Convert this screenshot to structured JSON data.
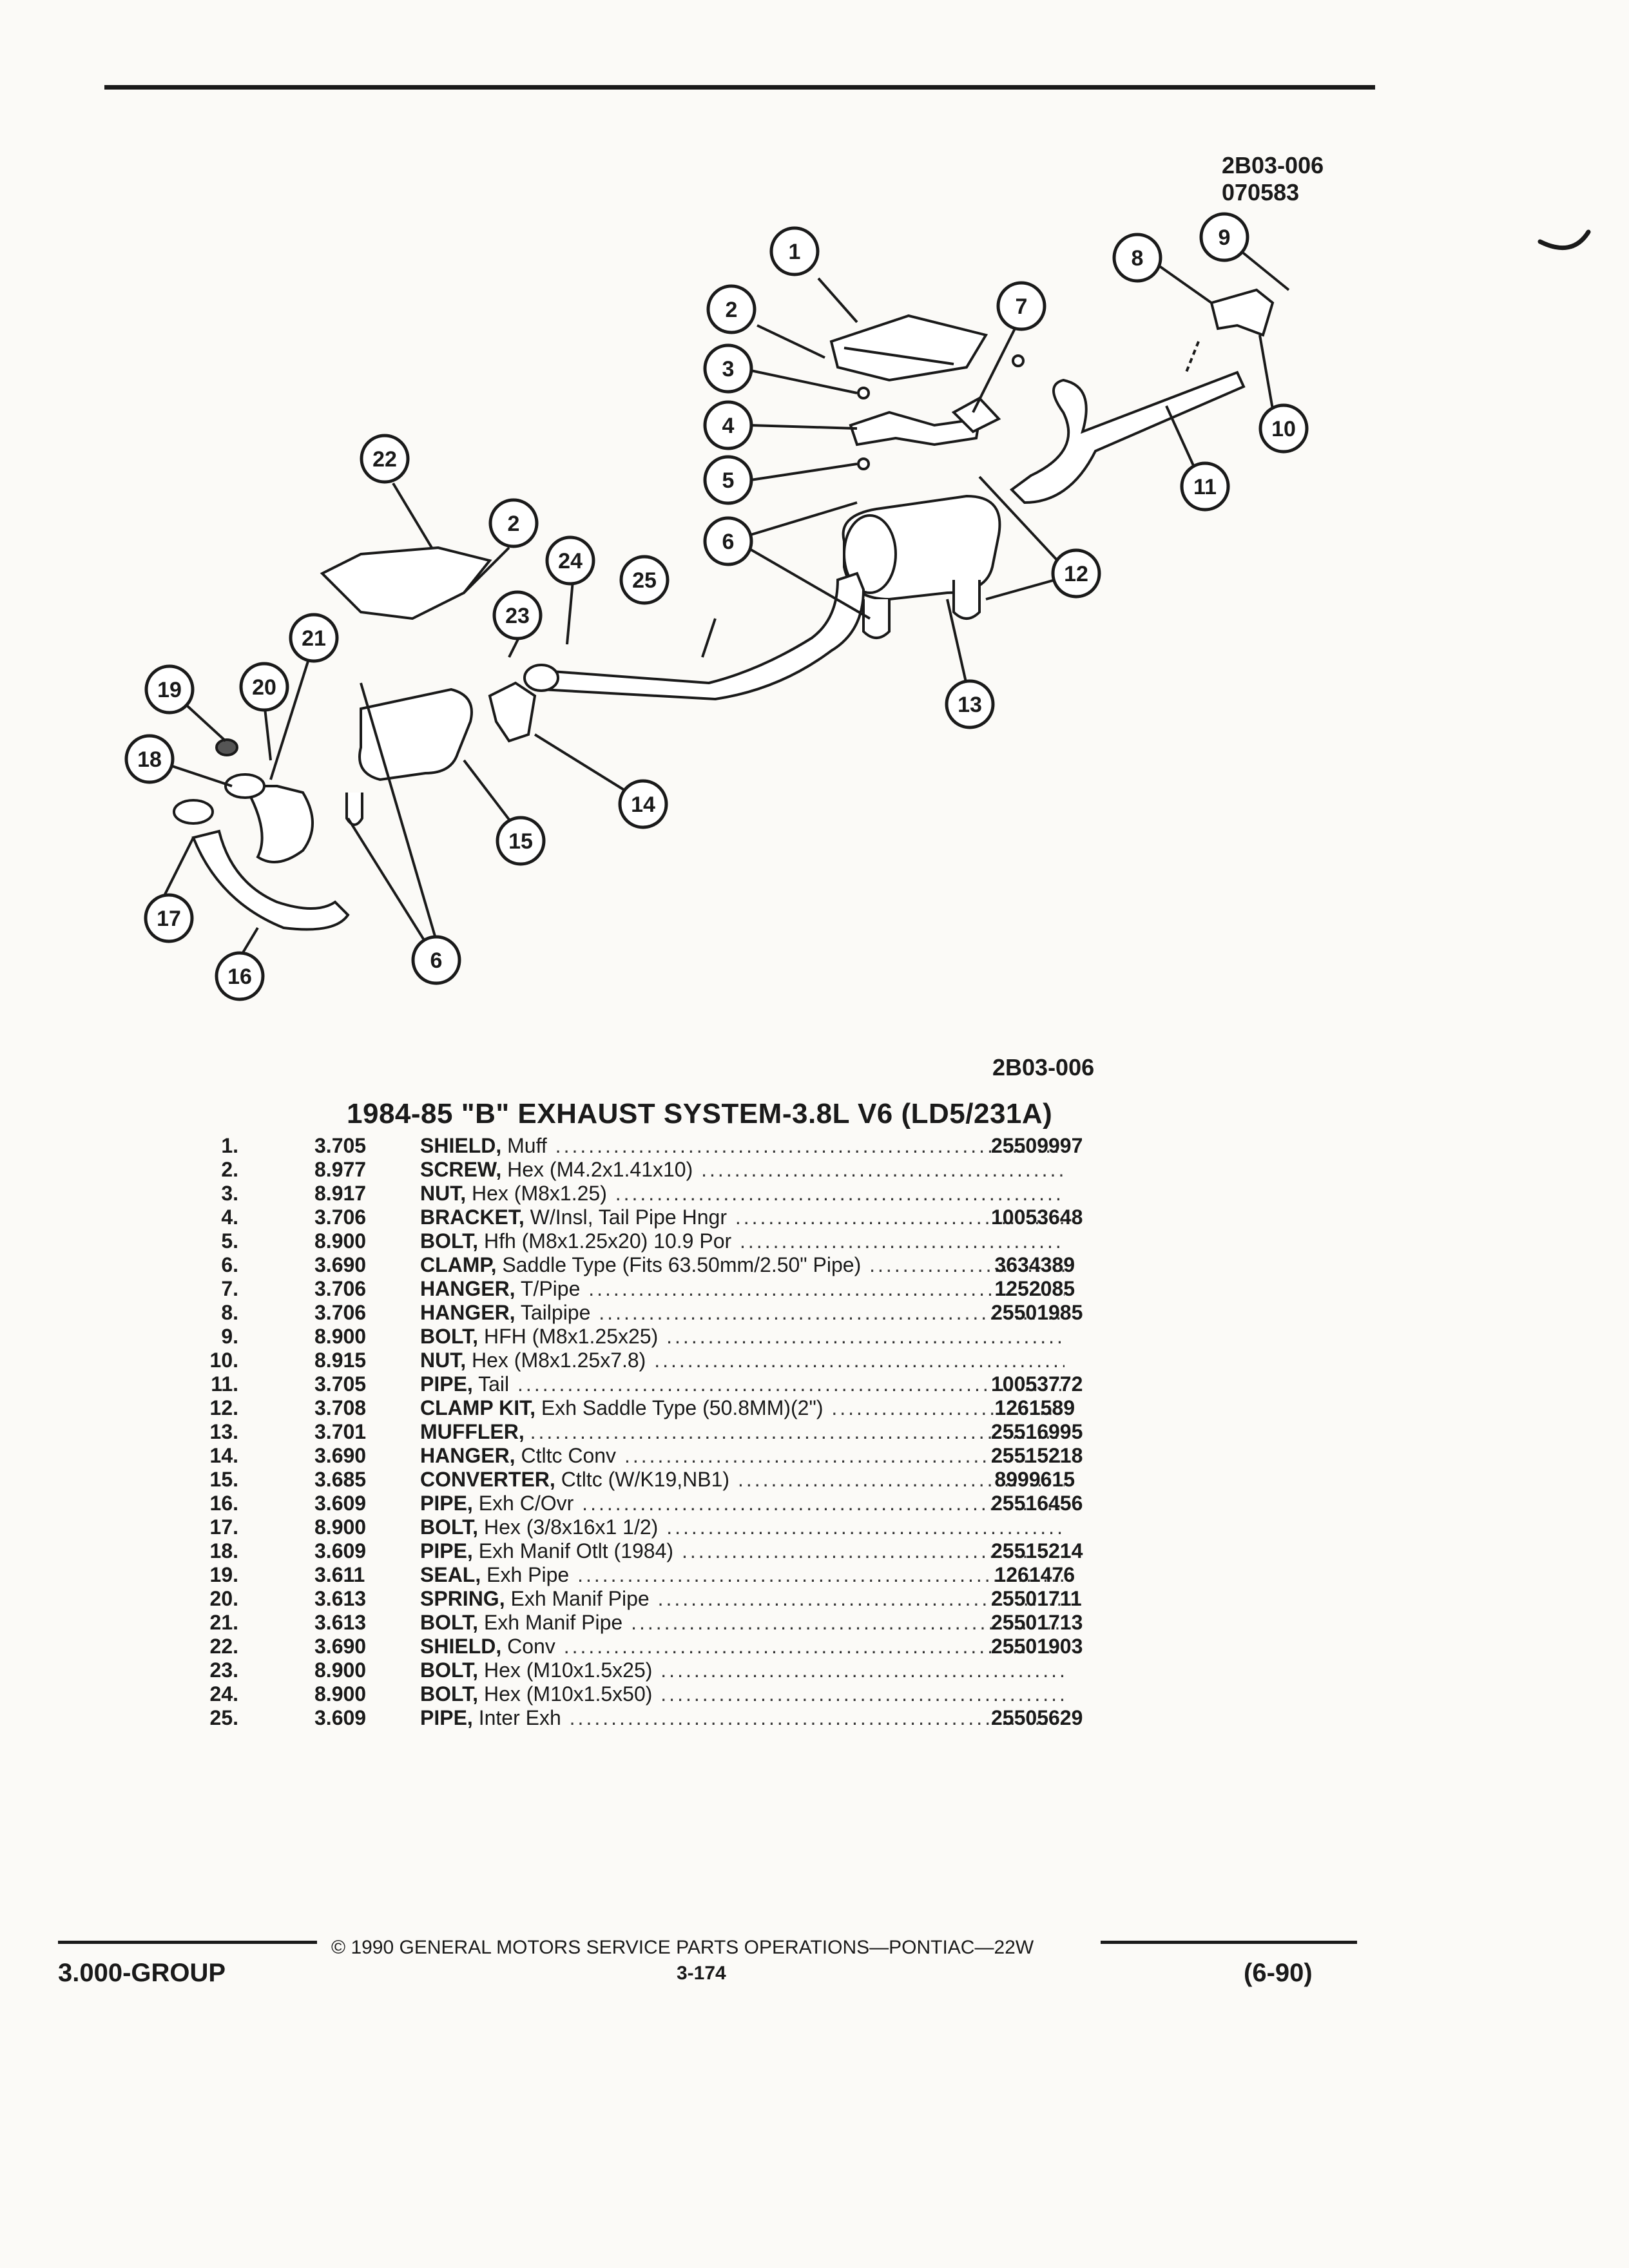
{
  "header": {
    "drawing_code": "2B03-006",
    "date_code": "070583"
  },
  "diagram": {
    "code": "2B03-006",
    "callouts": [
      "1",
      "2",
      "3",
      "4",
      "5",
      "6",
      "7",
      "8",
      "9",
      "10",
      "11",
      "12",
      "13",
      "14",
      "15",
      "16",
      "17",
      "18",
      "19",
      "20",
      "21",
      "22",
      "2",
      "23",
      "24",
      "25",
      "6"
    ]
  },
  "title": "1984-85 \"B\" EXHAUST SYSTEM-3.8L V6 (LD5/231A)",
  "parts": [
    {
      "num": "1.",
      "group": "3.705",
      "name": "SHIELD,",
      "spec": "Muff",
      "part": "25509997"
    },
    {
      "num": "2.",
      "group": "8.977",
      "name": "SCREW,",
      "spec": "Hex (M4.2x1.41x10)",
      "part": ""
    },
    {
      "num": "3.",
      "group": "8.917",
      "name": "NUT,",
      "spec": "Hex (M8x1.25)",
      "part": ""
    },
    {
      "num": "4.",
      "group": "3.706",
      "name": "BRACKET,",
      "spec": "W/Insl, Tail Pipe Hngr",
      "part": "10053648"
    },
    {
      "num": "5.",
      "group": "8.900",
      "name": "BOLT,",
      "spec": "Hfh (M8x1.25x20) 10.9 Por",
      "part": ""
    },
    {
      "num": "6.",
      "group": "3.690",
      "name": "CLAMP,",
      "spec": "Saddle Type (Fits 63.50mm/2.50\" Pipe)",
      "part": "3634389"
    },
    {
      "num": "7.",
      "group": "3.706",
      "name": "HANGER,",
      "spec": "T/Pipe",
      "part": "1252085"
    },
    {
      "num": "8.",
      "group": "3.706",
      "name": "HANGER,",
      "spec": "Tailpipe",
      "part": "25501985"
    },
    {
      "num": "9.",
      "group": "8.900",
      "name": "BOLT,",
      "spec": "HFH (M8x1.25x25)",
      "part": ""
    },
    {
      "num": "10.",
      "group": "8.915",
      "name": "NUT,",
      "spec": "Hex (M8x1.25x7.8)",
      "part": ""
    },
    {
      "num": "11.",
      "group": "3.705",
      "name": "PIPE,",
      "spec": "Tail",
      "part": "10053772"
    },
    {
      "num": "12.",
      "group": "3.708",
      "name": "CLAMP KIT,",
      "spec": "Exh Saddle Type (50.8MM)(2\")",
      "part": "1261589"
    },
    {
      "num": "13.",
      "group": "3.701",
      "name": "MUFFLER,",
      "spec": "",
      "part": "25516995"
    },
    {
      "num": "14.",
      "group": "3.690",
      "name": "HANGER,",
      "spec": "Ctltc Conv",
      "part": "25515218"
    },
    {
      "num": "15.",
      "group": "3.685",
      "name": "CONVERTER,",
      "spec": "Ctltc (W/K19,NB1)",
      "part": "8999615"
    },
    {
      "num": "16.",
      "group": "3.609",
      "name": "PIPE,",
      "spec": "Exh C/Ovr",
      "part": "25516456"
    },
    {
      "num": "17.",
      "group": "8.900",
      "name": "BOLT,",
      "spec": "Hex (3/8x16x1 1/2)",
      "part": ""
    },
    {
      "num": "18.",
      "group": "3.609",
      "name": "PIPE,",
      "spec": "Exh Manif Otlt (1984)",
      "part": "25515214"
    },
    {
      "num": "19.",
      "group": "3.611",
      "name": "SEAL,",
      "spec": "Exh Pipe",
      "part": "1261476"
    },
    {
      "num": "20.",
      "group": "3.613",
      "name": "SPRING,",
      "spec": "Exh Manif Pipe",
      "part": "25501711"
    },
    {
      "num": "21.",
      "group": "3.613",
      "name": "BOLT,",
      "spec": "Exh Manif Pipe",
      "part": "25501713"
    },
    {
      "num": "22.",
      "group": "3.690",
      "name": "SHIELD,",
      "spec": "Conv",
      "part": "25501903"
    },
    {
      "num": "23.",
      "group": "8.900",
      "name": "BOLT,",
      "spec": "Hex (M10x1.5x25)",
      "part": ""
    },
    {
      "num": "24.",
      "group": "8.900",
      "name": "BOLT,",
      "spec": "Hex (M10x1.5x50)",
      "part": ""
    },
    {
      "num": "25.",
      "group": "3.609",
      "name": "PIPE,",
      "spec": "Inter Exh",
      "part": "25505629"
    }
  ],
  "footer": {
    "group": "3.000-GROUP",
    "copyright": "© 1990 GENERAL MOTORS SERVICE PARTS OPERATIONS—PONTIAC—22W",
    "page": "3-174",
    "date": "(6-90)"
  }
}
